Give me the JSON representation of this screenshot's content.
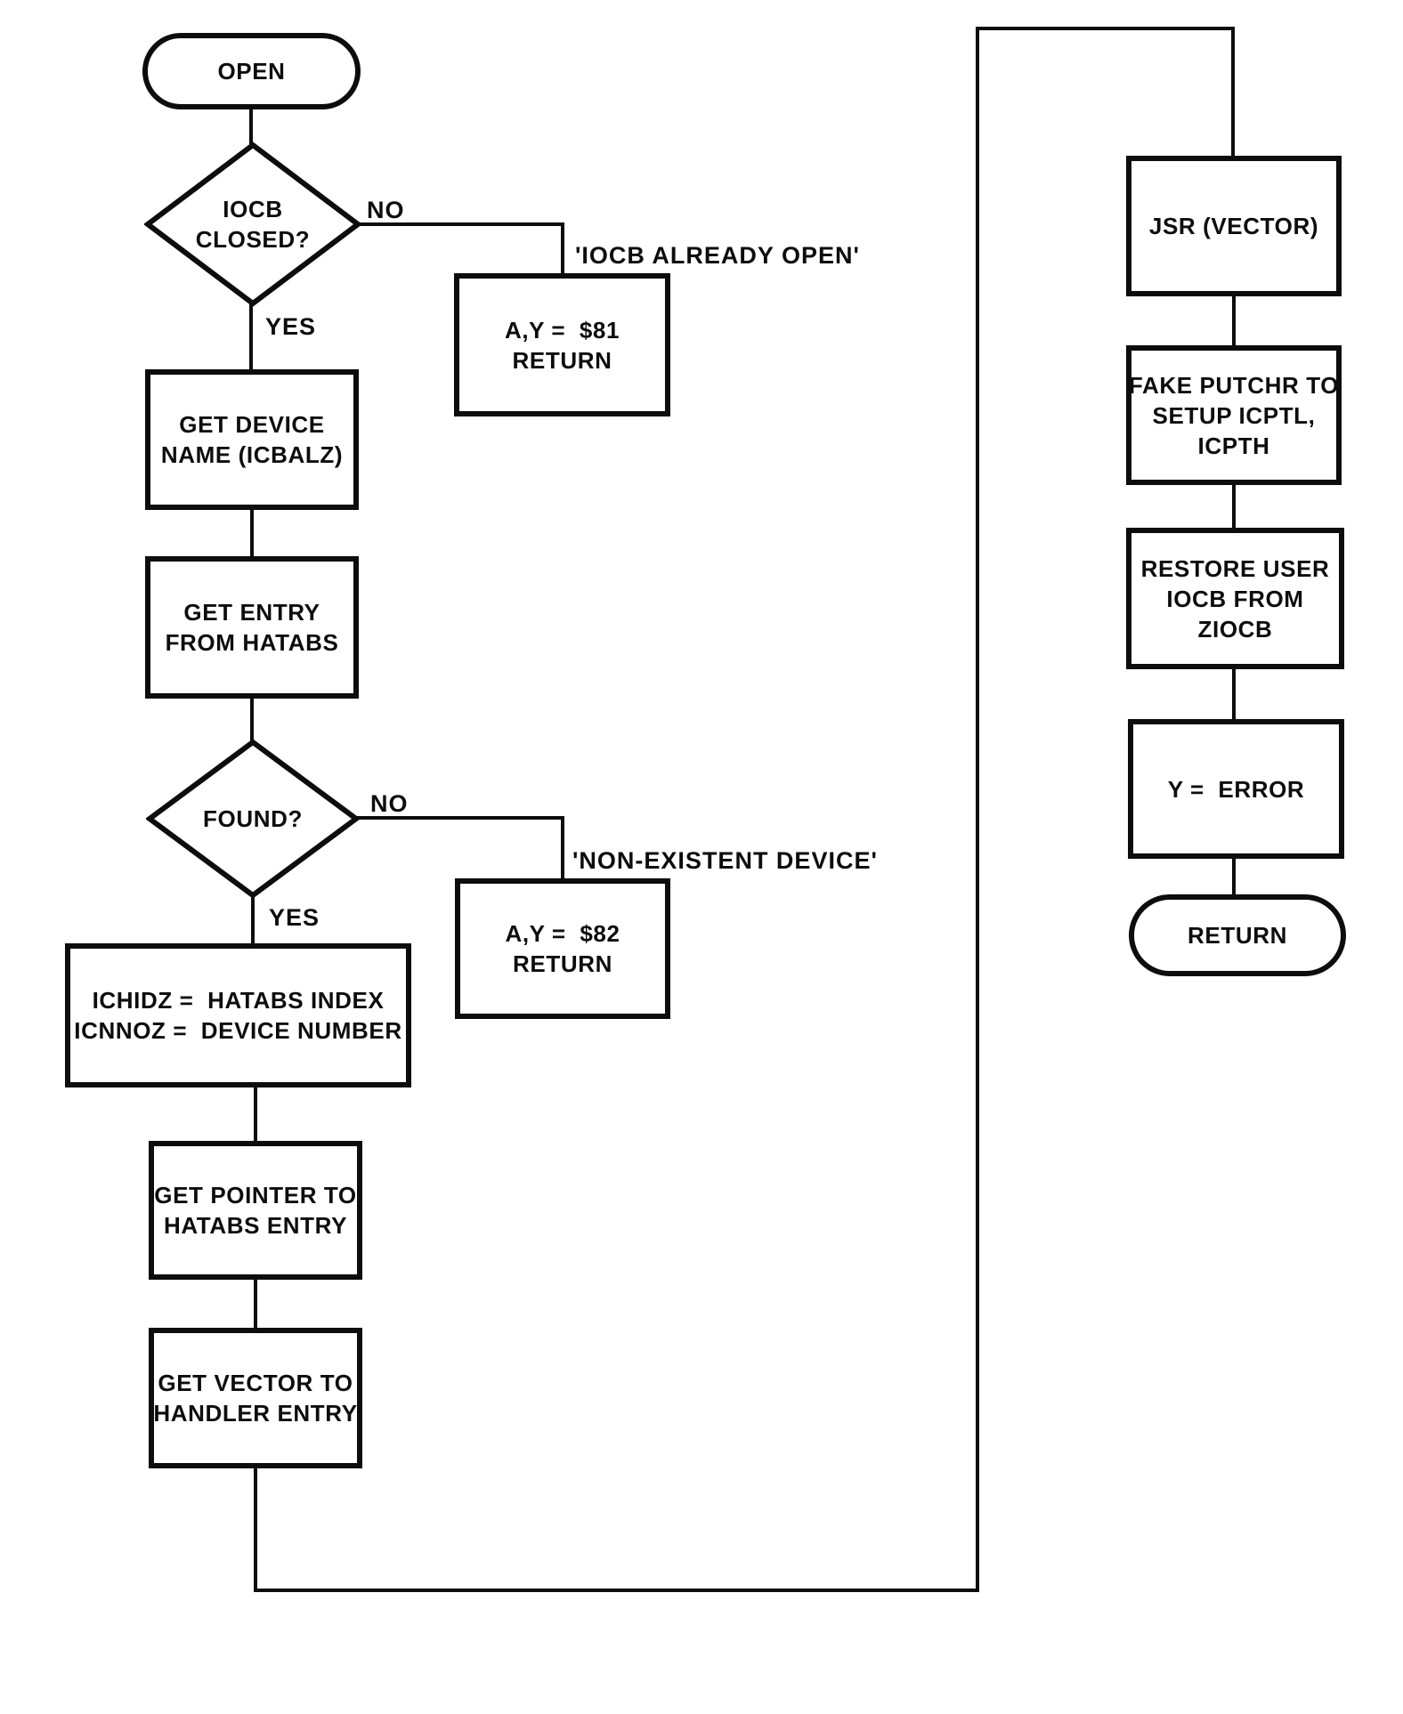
{
  "colors": {
    "ink": "#0d0d0d",
    "background": "#ffffff"
  },
  "nodes": {
    "open": {
      "type": "terminal",
      "lines": [
        "OPEN"
      ]
    },
    "iocb_closed": {
      "type": "decision",
      "lines": [
        "IOCB",
        "CLOSED?"
      ]
    },
    "iocb_open_return": {
      "type": "process",
      "lines": [
        "A,Y =  $81",
        "RETURN"
      ]
    },
    "get_device": {
      "type": "process",
      "lines": [
        "GET DEVICE",
        "NAME (ICBALZ)"
      ]
    },
    "get_entry": {
      "type": "process",
      "lines": [
        "GET ENTRY",
        "FROM HATABS"
      ]
    },
    "found": {
      "type": "decision",
      "lines": [
        "FOUND?"
      ]
    },
    "nonexistent_return": {
      "type": "process",
      "lines": [
        "A,Y =  $82",
        "RETURN"
      ]
    },
    "set_index": {
      "type": "process",
      "lines": [
        "ICHIDZ =  HATABS INDEX",
        "ICNNOZ =  DEVICE NUMBER"
      ]
    },
    "get_pointer": {
      "type": "process",
      "lines": [
        "GET POINTER TO",
        "HATABS ENTRY"
      ]
    },
    "get_vector": {
      "type": "process",
      "lines": [
        "GET VECTOR TO",
        "HANDLER ENTRY"
      ]
    },
    "jsr_vector": {
      "type": "process",
      "lines": [
        "JSR (VECTOR)"
      ]
    },
    "fake_putchr": {
      "type": "process",
      "lines": [
        "FAKE PUTCHR TO",
        "SETUP ICPTL,",
        "ICPTH"
      ]
    },
    "restore_iocb": {
      "type": "process",
      "lines": [
        "RESTORE USER",
        "IOCB FROM",
        "ZIOCB"
      ]
    },
    "y_error": {
      "type": "process",
      "lines": [
        "Y =  ERROR"
      ]
    },
    "return": {
      "type": "terminal",
      "lines": [
        "RETURN"
      ]
    }
  },
  "edge_labels": {
    "iocb_closed_no": "NO",
    "iocb_closed_yes": "YES",
    "found_no": "NO",
    "found_yes": "YES"
  },
  "annotations": {
    "iocb_already_open": "'IOCB ALREADY OPEN'",
    "non_existent_device": "'NON-EXISTENT DEVICE'"
  }
}
